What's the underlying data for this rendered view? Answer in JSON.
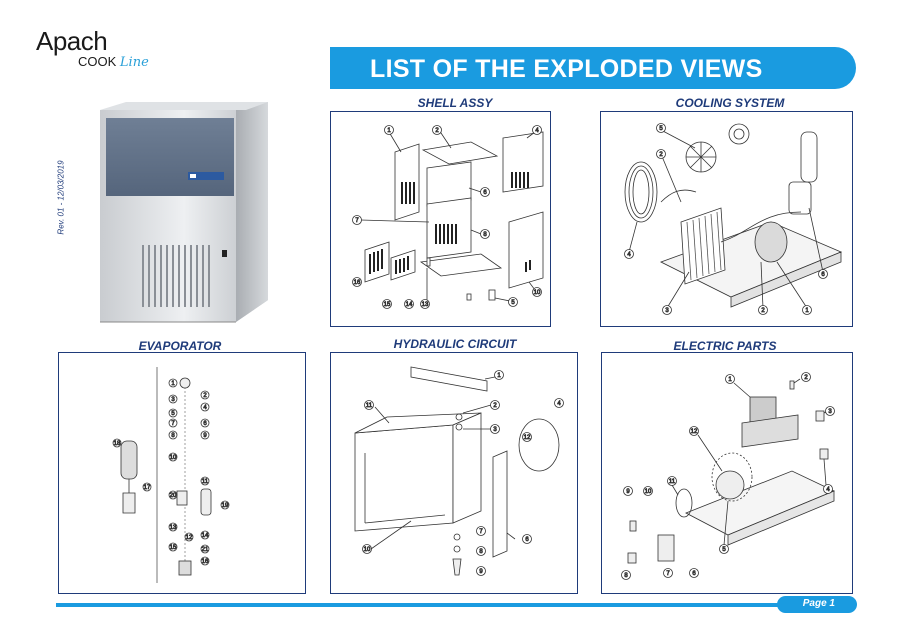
{
  "brand": {
    "name": "Apach",
    "sub_cook": "COOK",
    "sub_line": "Line"
  },
  "revision": "Rev. 01 - 12/03/2019",
  "title": "LIST OF THE EXPLODED VIEWS",
  "sections": {
    "shell": {
      "title": "SHELL ASSY",
      "labels": [
        "1",
        "2",
        "4",
        "6",
        "7",
        "8",
        "10",
        "5",
        "13",
        "14",
        "15",
        "16"
      ]
    },
    "cooling": {
      "title": "COOLING SYSTEM",
      "labels": [
        "5",
        "2",
        "4",
        "3",
        "2",
        "1",
        "6"
      ]
    },
    "evaporator": {
      "title": "EVAPORATOR",
      "labels": [
        "1",
        "2",
        "3",
        "4",
        "5",
        "6",
        "7",
        "8",
        "9",
        "10",
        "11",
        "12",
        "13",
        "14",
        "15",
        "16",
        "17",
        "18",
        "19",
        "20",
        "21"
      ]
    },
    "hydraulic": {
      "title": "HYDRAULIC CIRCUIT",
      "labels": [
        "1",
        "2",
        "3",
        "4",
        "12",
        "11",
        "6",
        "7",
        "8",
        "9",
        "10"
      ]
    },
    "electric": {
      "title": "ELECTRIC PARTS",
      "labels": [
        "1",
        "2",
        "3",
        "4",
        "12",
        "11",
        "10",
        "9",
        "5",
        "6",
        "7",
        "8"
      ]
    }
  },
  "footer": {
    "page": "Page 1"
  },
  "colors": {
    "accent": "#1a9be0",
    "text": "#1f3b7a"
  }
}
